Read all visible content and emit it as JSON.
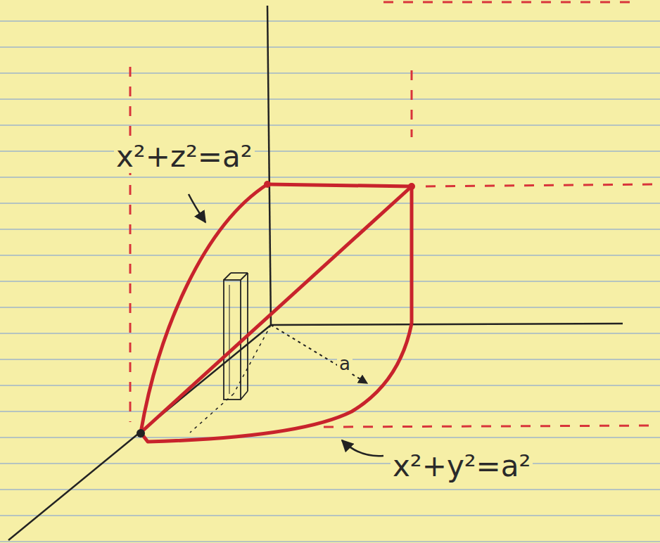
{
  "diagram": {
    "labels": [
      "x²+z²=a²",
      "a",
      "x²+y²=a²"
    ]
  }
}
